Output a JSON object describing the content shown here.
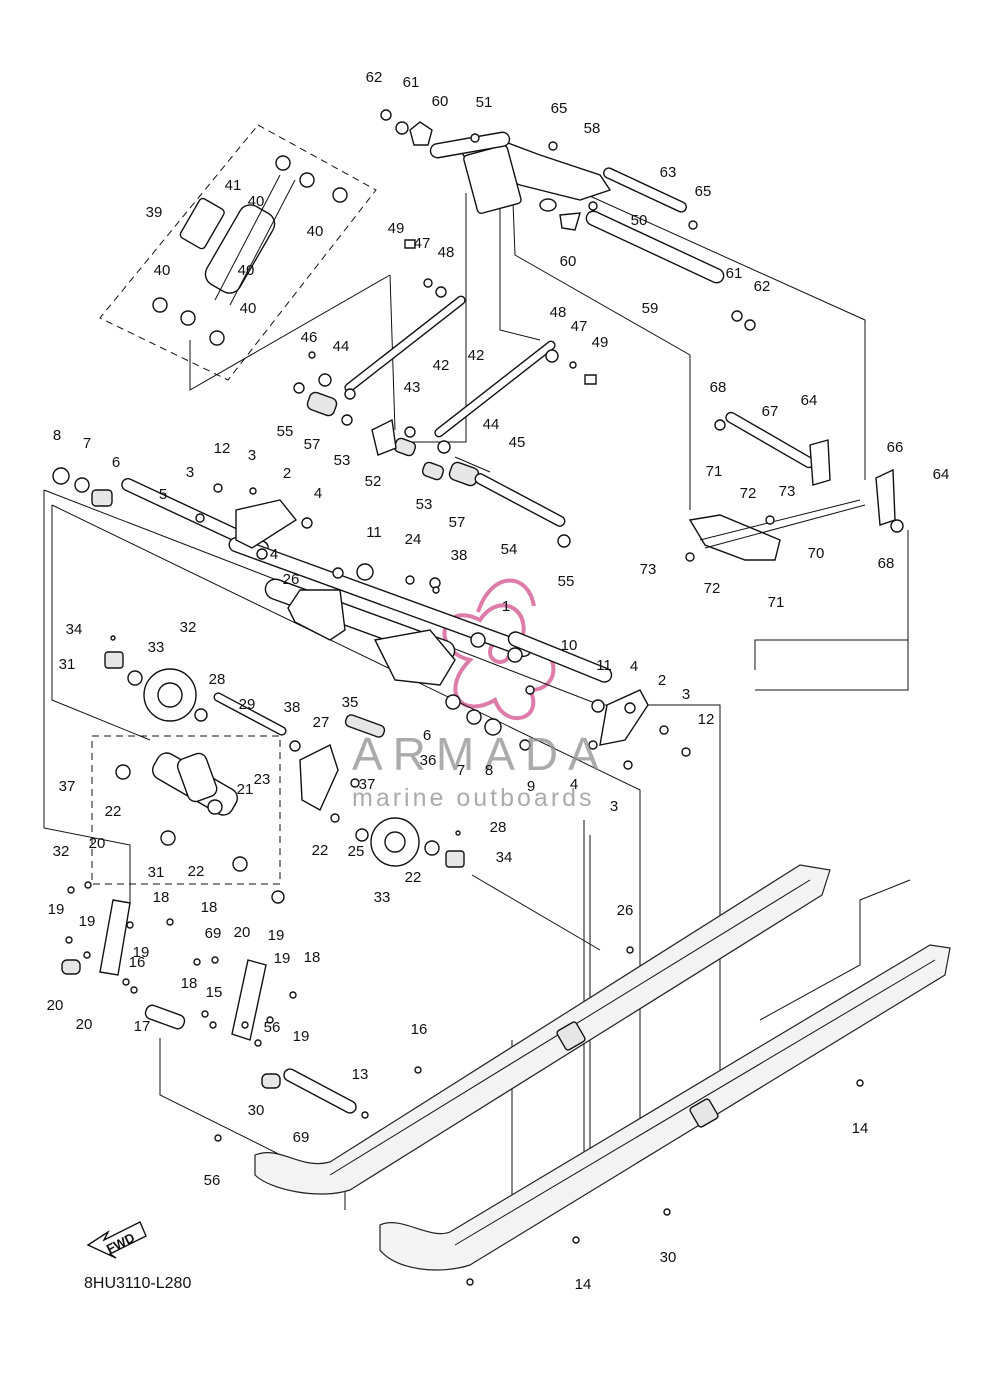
{
  "diagram_code": "8HU3110-L280",
  "fwd_label": "FWD",
  "watermark": {
    "brand": "ARMADA",
    "tagline": "marine outboards",
    "logo_color": "#d8669a"
  },
  "callouts": [
    "62",
    "61",
    "60",
    "51",
    "65",
    "58",
    "41",
    "40",
    "40",
    "39",
    "40",
    "63",
    "65",
    "50",
    "60",
    "49",
    "47",
    "48",
    "40",
    "40",
    "59",
    "61",
    "62",
    "46",
    "44",
    "42",
    "48",
    "47",
    "49",
    "42",
    "55",
    "43",
    "57",
    "53",
    "52",
    "44",
    "45",
    "68",
    "67",
    "64",
    "8",
    "7",
    "6",
    "5",
    "3",
    "12",
    "3",
    "2",
    "4",
    "53",
    "57",
    "54",
    "55",
    "71",
    "72",
    "73",
    "66",
    "64",
    "70",
    "68",
    "73",
    "72",
    "71",
    "4",
    "11",
    "24",
    "38",
    "26",
    "1",
    "34",
    "32",
    "10",
    "33",
    "31",
    "28",
    "11",
    "4",
    "2",
    "3",
    "29",
    "38",
    "35",
    "27",
    "6",
    "7",
    "12",
    "37",
    "36",
    "4",
    "8",
    "9",
    "3",
    "37",
    "21",
    "23",
    "22",
    "22",
    "25",
    "28",
    "34",
    "31",
    "22",
    "22",
    "33",
    "32",
    "20",
    "19",
    "18",
    "18",
    "19",
    "26",
    "69",
    "20",
    "19",
    "19",
    "18",
    "19",
    "16",
    "18",
    "15",
    "20",
    "17",
    "19",
    "20",
    "56",
    "16",
    "30",
    "13",
    "69",
    "14",
    "56",
    "30",
    "14"
  ]
}
